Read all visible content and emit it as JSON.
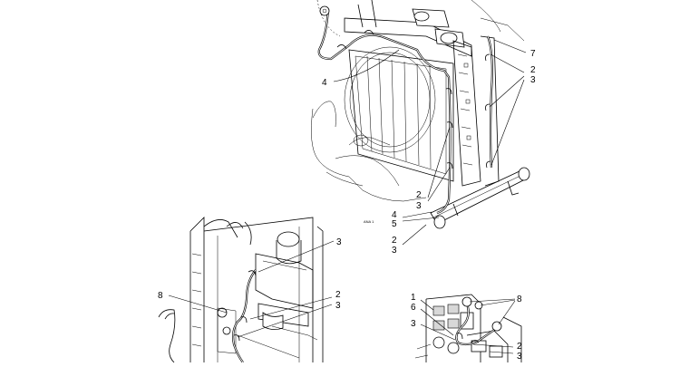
{
  "callouts": {
    "top_view": {
      "c7": "7",
      "c2a": "2",
      "c3a": "3",
      "c4a": "4",
      "c2b": "2",
      "c3b": "3",
      "c4b": "4",
      "c5": "5",
      "c2c": "2",
      "c3c": "3"
    },
    "left_view": {
      "c3": "3",
      "c8": "8",
      "c2": "2",
      "c3b": "3"
    },
    "right_view": {
      "c1": "1",
      "c6": "6",
      "c8": "8",
      "c3": "3",
      "c2": "2",
      "c3b": "3"
    }
  },
  "tiny_label": "ANA 1"
}
